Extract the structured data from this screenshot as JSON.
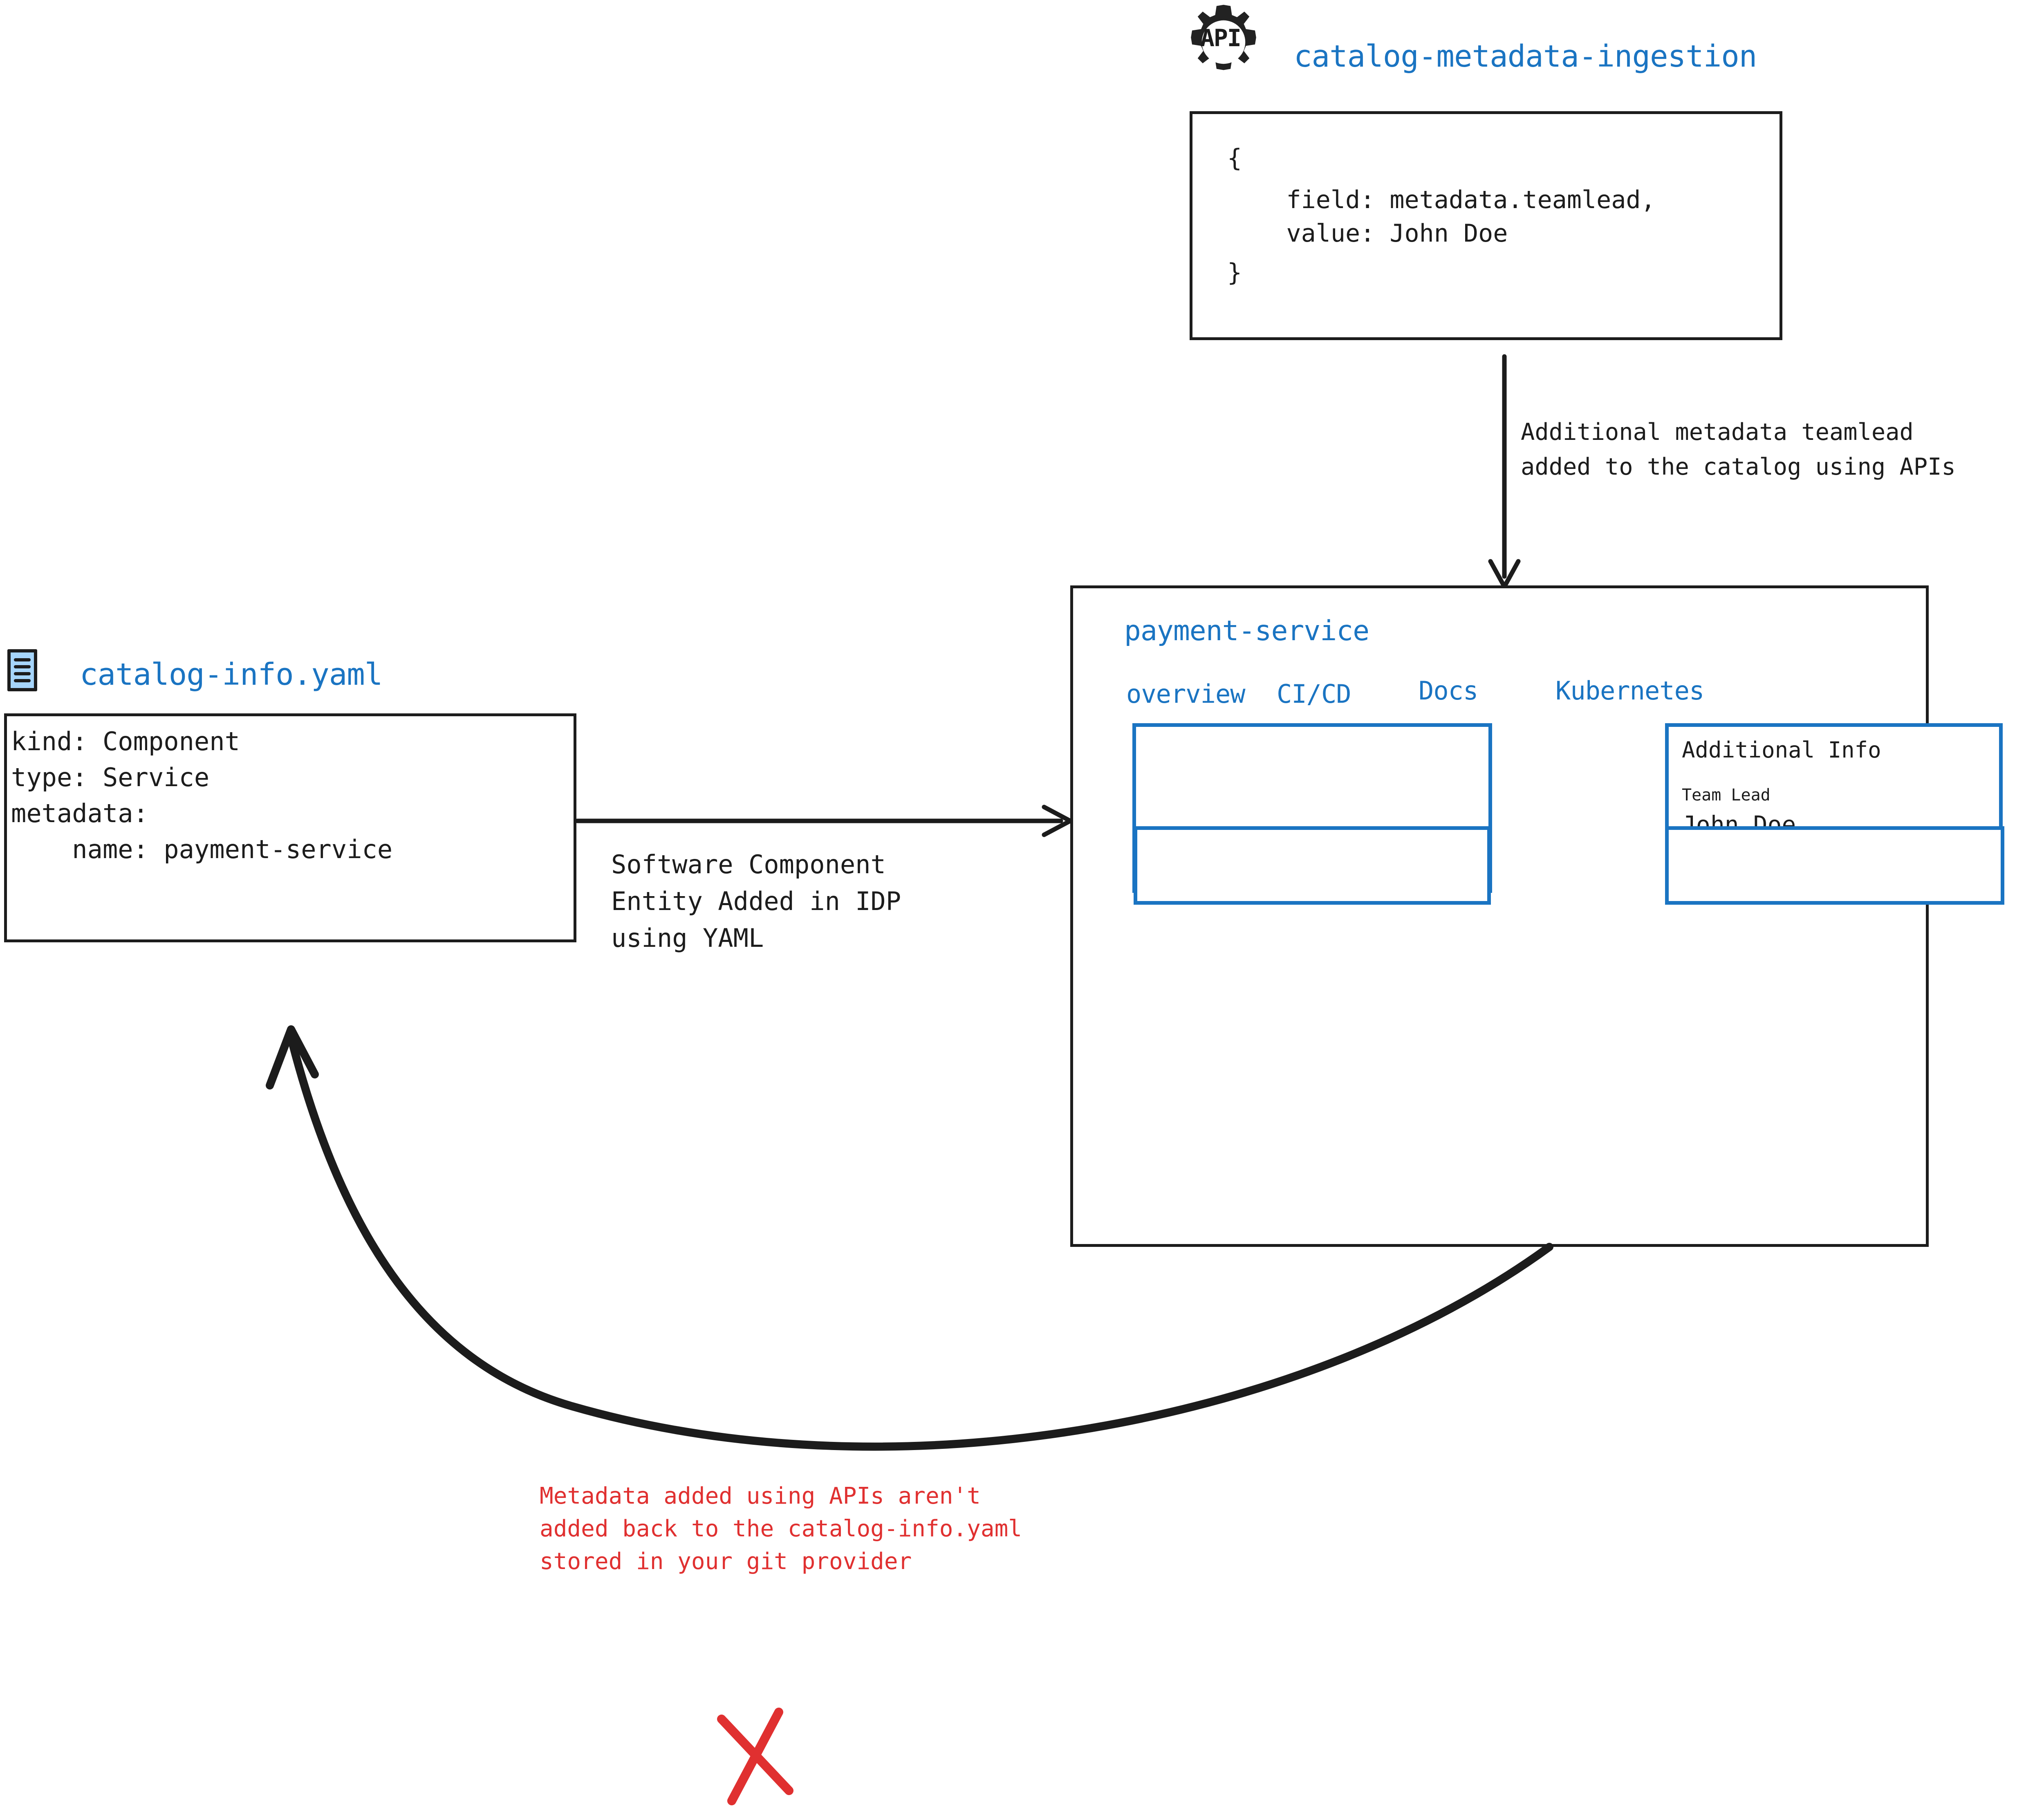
{
  "api_source": {
    "icon": "api-gear-icon",
    "icon_label": "API",
    "title": "catalog-metadata-ingestion",
    "payload_lines": [
      "{",
      "    field: metadata.teamlead,",
      "    value: John Doe",
      "}"
    ]
  },
  "api_arrow": {
    "label_line_1": "Additional metadata teamlead",
    "label_line_2": "added to the catalog using APIs"
  },
  "yaml_source": {
    "icon": "yaml-file-icon",
    "title": "catalog-info.yaml",
    "content_lines": [
      "kind: Component",
      "type: Service",
      "metadata:",
      "    name: payment-service"
    ]
  },
  "yaml_arrow": {
    "label_line_1": "Software Component",
    "label_line_2": "Entity Added in IDP",
    "label_line_3": "using YAML"
  },
  "idp_panel": {
    "title": "payment-service",
    "tabs": [
      {
        "label": "overview"
      },
      {
        "label": "CI/CD"
      },
      {
        "label": "Docs"
      },
      {
        "label": "Kubernetes"
      }
    ],
    "cards": {
      "overview_card": "",
      "additional_info": {
        "heading": "Additional Info",
        "field_label": "Team Lead",
        "field_value": "John Doe"
      },
      "bottom_left_card": "",
      "bottom_right_card": ""
    }
  },
  "warning": {
    "line_1": "Metadata added using APIs aren't",
    "line_2": "added back to the catalog-info.yaml",
    "line_3": "stored in your git provider",
    "cross_icon": "red-cross-icon"
  },
  "colors": {
    "accent_blue": "#1a74c2",
    "icon_fill_blue": "#a6d5fb",
    "warning_red": "#e03030",
    "stroke_black": "#1c1c1c"
  }
}
